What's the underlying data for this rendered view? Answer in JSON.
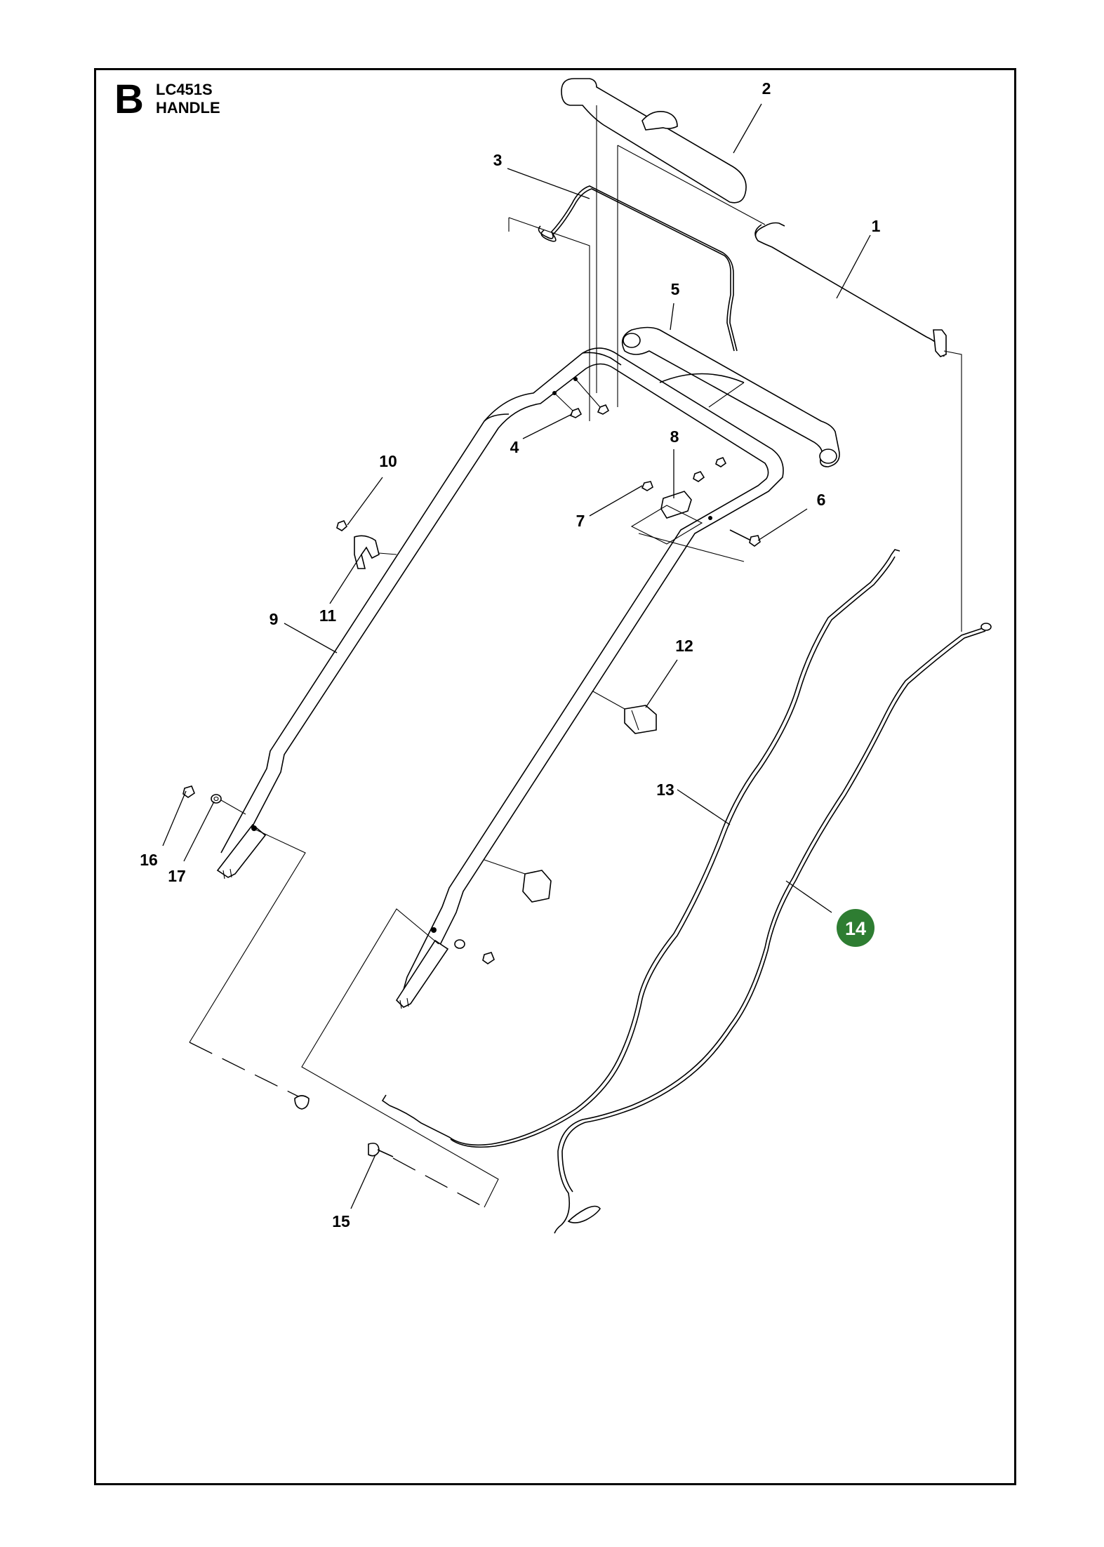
{
  "header": {
    "section_letter": "B",
    "model": "LC451S",
    "title": "HANDLE"
  },
  "callouts": [
    {
      "id": "c1",
      "label": "1"
    },
    {
      "id": "c2",
      "label": "2"
    },
    {
      "id": "c3",
      "label": "3"
    },
    {
      "id": "c4",
      "label": "4"
    },
    {
      "id": "c5",
      "label": "5"
    },
    {
      "id": "c6",
      "label": "6"
    },
    {
      "id": "c7",
      "label": "7"
    },
    {
      "id": "c8",
      "label": "8"
    },
    {
      "id": "c9",
      "label": "9"
    },
    {
      "id": "c10",
      "label": "10"
    },
    {
      "id": "c11",
      "label": "11"
    },
    {
      "id": "c12",
      "label": "12"
    },
    {
      "id": "c13",
      "label": "13"
    },
    {
      "id": "c14",
      "label": "14",
      "highlighted": true
    },
    {
      "id": "c15",
      "label": "15"
    },
    {
      "id": "c16",
      "label": "16"
    },
    {
      "id": "c17",
      "label": "17"
    }
  ],
  "colors": {
    "highlight": "#2e7d32",
    "line": "#000000"
  }
}
